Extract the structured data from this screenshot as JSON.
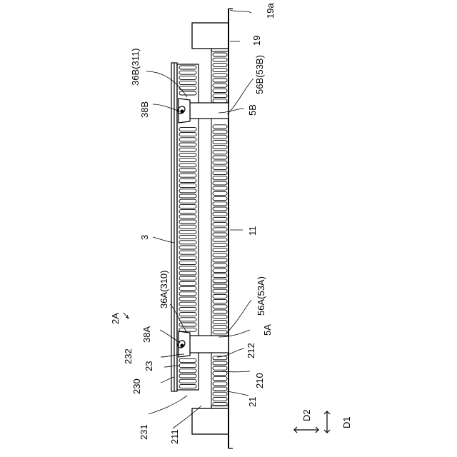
{
  "labels": {
    "l19a": "19a",
    "l19": "19",
    "l56B": "56B(53B)",
    "l36B": "36B(311)",
    "l38B": "38B",
    "l5B": "5B",
    "l3": "3",
    "l11": "11",
    "l36A": "36A(310)",
    "l56A": "56A(53A)",
    "l2A": "2A",
    "l38A": "38A",
    "l5A": "5A",
    "l232": "232",
    "l212": "212",
    "l23": "23",
    "l230": "230",
    "l210": "210",
    "l21": "21",
    "l231": "231",
    "l211": "211",
    "lD2": "D2",
    "lD1": "D1"
  }
}
